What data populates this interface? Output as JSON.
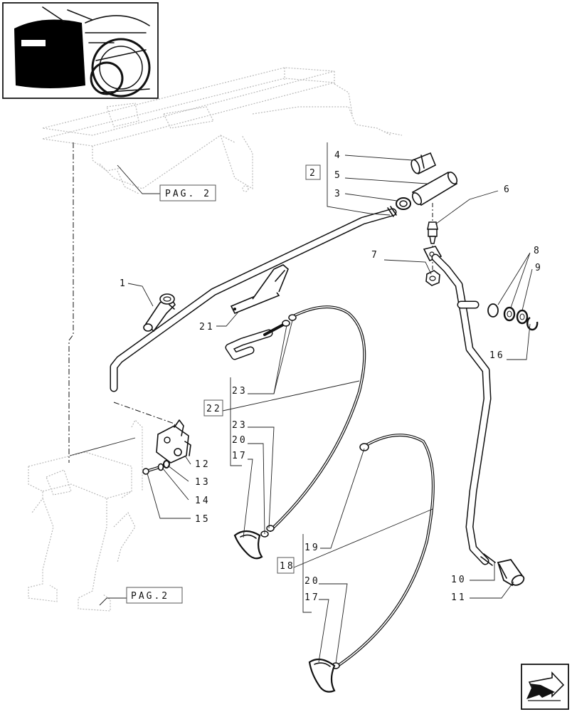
{
  "references": {
    "pag_top": "PAG. 2",
    "pag_bottom": "PAG.2"
  },
  "labels": {
    "n1": "1",
    "n2": "2",
    "n3": "3",
    "n4": "4",
    "n5": "5",
    "n6": "6",
    "n7": "7",
    "n8": "8",
    "n9": "9",
    "n10": "10",
    "n11": "11",
    "n12": "12",
    "n13": "13",
    "n14": "14",
    "n15": "15",
    "n16": "16",
    "n17a": "17",
    "n17b": "17",
    "n18": "18",
    "n19": "19",
    "n20a": "20",
    "n20b": "20",
    "n21": "21",
    "n22": "22",
    "n23a": "23",
    "n23b": "23"
  },
  "icons": {
    "thumbnail": "tractor-thumbnail-icon",
    "navigation": "next-page-arrow-icon"
  }
}
